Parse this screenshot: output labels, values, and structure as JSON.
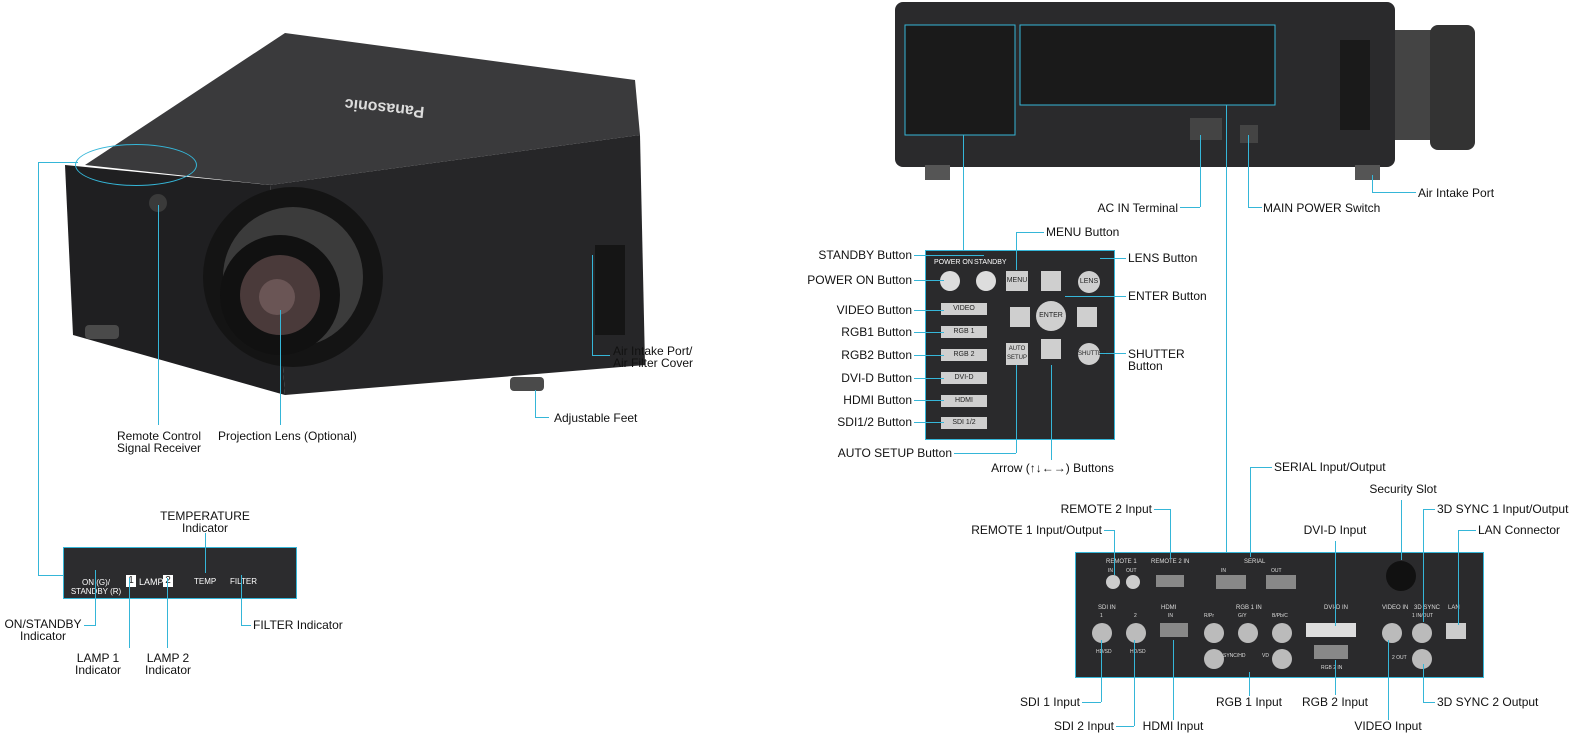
{
  "projector_logo": "Panasonic",
  "front_panel": {
    "indicators": [
      "ON (G)/\nSTANDBY (R)",
      "1",
      "LAMP",
      "2",
      "TEMP",
      "FILTER"
    ]
  },
  "control_panel": {
    "power_on_label": "POWER ON",
    "standby_label": "STANDBY",
    "menu_key": "MENU",
    "lens_key": "LENS",
    "enter_key": "ENTER",
    "shutter_key": "SHUTTER",
    "auto_setup_key": "AUTO\nSETUP",
    "input_keys": [
      "VIDEO",
      "RGB 1",
      "RGB 2",
      "DVI-D",
      "HDMI",
      "SDI 1/2"
    ]
  },
  "terminal_panel": {
    "groups": [
      "REMOTE 1",
      "REMOTE 2 IN",
      "SERIAL",
      "SDI IN",
      "HDMI",
      "RGB 1 IN",
      "DVI-D IN",
      "VIDEO IN",
      "3D SYNC",
      "LAN"
    ],
    "sub": [
      "IN",
      "OUT",
      "IN",
      "OUT",
      "1",
      "2",
      "IN",
      "R/Pr",
      "G/Y",
      "B/Pb/C",
      "SYNC/HD",
      "VD",
      "RGB 2 IN",
      "1 IN/OUT",
      "2 OUT",
      "HD/SD",
      "HD/SD"
    ]
  },
  "callouts": {
    "remote_receiver": "Remote Control\nSignal Receiver",
    "projection_lens": "Projection Lens (Optional)",
    "air_intake_filter": "Air Intake Port/\nAir Filter Cover",
    "adjustable_feet": "Adjustable Feet",
    "temperature_indicator": "TEMPERATURE\nIndicator",
    "on_standby_indicator": "ON/STANDBY\nIndicator",
    "filter_indicator": "FILTER Indicator",
    "lamp1_indicator": "LAMP 1\nIndicator",
    "lamp2_indicator": "LAMP 2\nIndicator",
    "ac_in": "AC IN Terminal",
    "main_power": "MAIN POWER Switch",
    "air_intake": "Air Intake Port",
    "standby_button": "STANDBY Button",
    "power_on_button": "POWER ON Button",
    "video_button": "VIDEO Button",
    "rgb1_button": "RGB1 Button",
    "rgb2_button": "RGB2 Button",
    "dvid_button": "DVI-D Button",
    "hdmi_button": "HDMI Button",
    "sdi_button": "SDI1/2 Button",
    "auto_setup_button": "AUTO SETUP Button",
    "menu_button": "MENU Button",
    "lens_button": "LENS Button",
    "enter_button": "ENTER Button",
    "shutter_button": "SHUTTER\nButton",
    "arrow_buttons": "Arrow (↑↓←→) Buttons",
    "serial": "SERIAL Input/Output",
    "remote2": "REMOTE 2 Input",
    "remote1": "REMOTE 1 Input/Output",
    "security_slot": "Security Slot",
    "dvid_input": "DVI-D Input",
    "sync3d_1": "3D SYNC 1 Input/Output",
    "lan_connector": "LAN Connector",
    "sdi1_input": "SDI 1 Input",
    "sdi2_input": "SDI 2 Input",
    "hdmi_input": "HDMI Input",
    "rgb1_input": "RGB 1 Input",
    "rgb2_input": "RGB 2 Input",
    "video_input": "VIDEO Input",
    "sync3d_2": "3D SYNC 2 Output"
  },
  "colors": {
    "leader_line": "#35b6d8",
    "projector_body": "#2b2b2b",
    "key_face": "#cfcfcf"
  }
}
